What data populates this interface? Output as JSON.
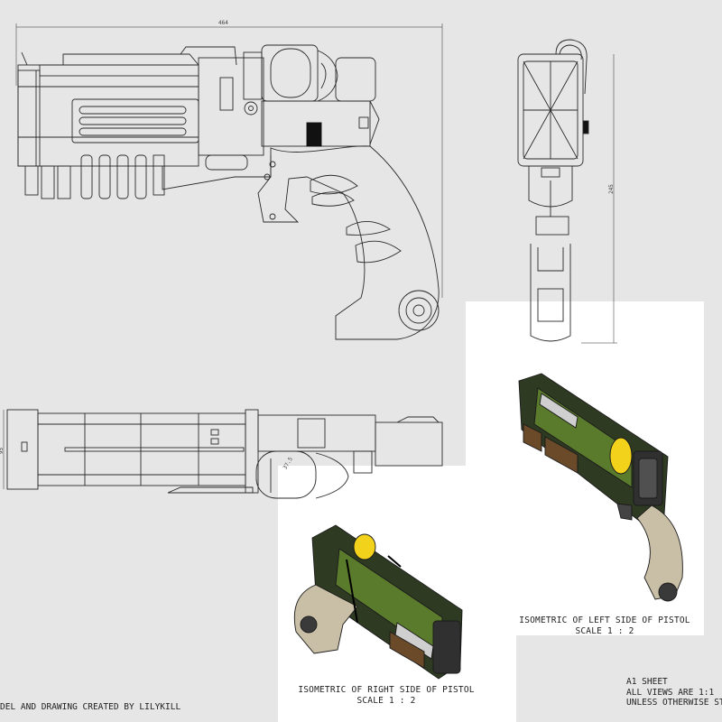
{
  "dimensions": {
    "top_width": "464",
    "side_height": "245",
    "bottom_height": "95",
    "bottom_small": "37.5"
  },
  "labels": {
    "iso_right_title": "ISOMETRIC OF RIGHT SIDE OF PISTOL",
    "iso_right_scale": "SCALE 1 : 2",
    "iso_left_title": "ISOMETRIC OF LEFT SIDE OF PISTOL",
    "iso_left_scale": "SCALE 1 : 2",
    "credit": "DEL AND DRAWING CREATED BY LILYKILL",
    "sheet_lines": [
      "A1 SHEET",
      "ALL VIEWS ARE 1:1",
      "UNLESS OTHERWISE STA"
    ]
  },
  "colors": {
    "sheet_bg": "#e6e6e6",
    "paper": "#ffffff",
    "line": "#2a2a2a",
    "body_dark": "#2e3a22",
    "body_green": "#5a7a2c",
    "accent_yellow": "#f2d21a",
    "grip_tan": "#c9bfa6",
    "brown": "#6b4a2a"
  }
}
